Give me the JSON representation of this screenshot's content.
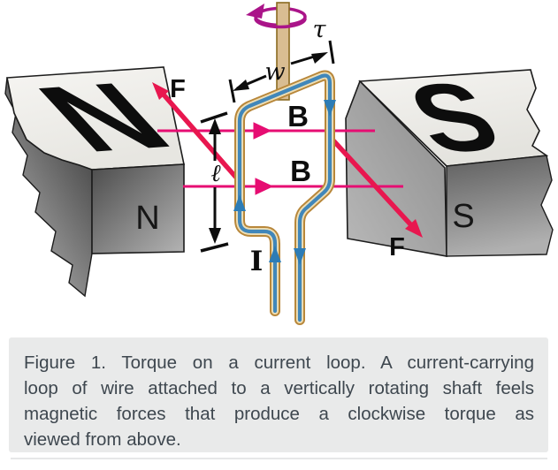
{
  "diagram": {
    "torque_symbol": "τ",
    "width_symbol": "w",
    "length_symbol": "ℓ",
    "current_symbol": "I",
    "field_label_upper": "B",
    "field_label_lower": "B",
    "force_label_upper": "F",
    "force_label_lower": "F",
    "north_top_label": "N",
    "north_pole_label": "N",
    "south_top_label": "S",
    "south_pole_label": "S"
  },
  "colors": {
    "field_line": "#e60d72",
    "force_arrow": "#e8174f",
    "rotation_arrow": "#aa1489",
    "wire_outer": "#b8873a",
    "wire_inner": "#eedfb6",
    "wire_core": "#4187ba",
    "current_arrow": "#2d7cb5",
    "shaft_fill": "#d9bd92",
    "shaft_stroke": "#8a6a20",
    "caption_background": "#e9eaea",
    "caption_text": "#3e474f"
  },
  "caption": {
    "lines": [
      "Figure 1. Torque on a current loop. A current-carrying",
      "loop of wire attached to a vertically rotating shaft feels",
      "magnetic forces that produce a clockwise torque as",
      "viewed from above."
    ],
    "text": "Figure 1. Torque on a current loop. A current-carrying loop of wire attached to a vertically rotating shaft feels magnetic forces that produce a clockwise torque as viewed from above."
  }
}
